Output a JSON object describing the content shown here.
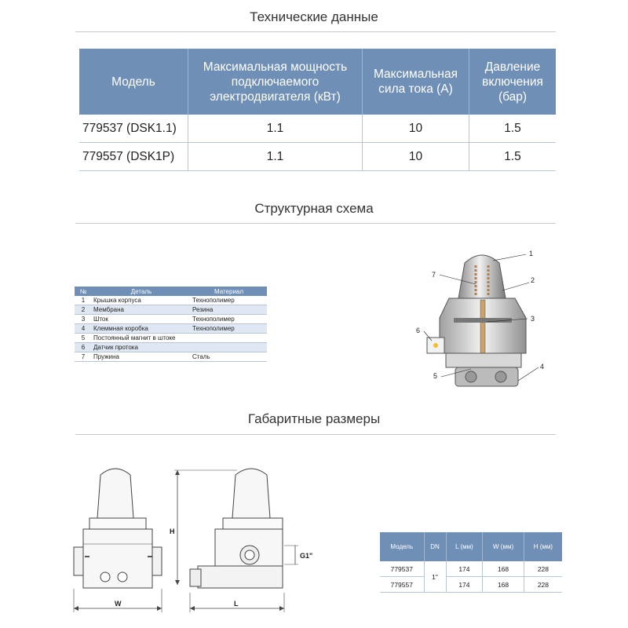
{
  "sections": {
    "tech_title": "Технические данные",
    "scheme_title": "Структурная схема",
    "dims_title": "Габаритные размеры"
  },
  "tech_table": {
    "headers": [
      "Модель",
      "Максимальная мощность подключаемого электродвигателя (кВт)",
      "Максимальная сила тока (А)",
      "Давление включения (бар)"
    ],
    "rows": [
      [
        "779537 (DSK1.1)",
        "1.1",
        "10",
        "1.5"
      ],
      [
        "779557 (DSK1P)",
        "1.1",
        "10",
        "1.5"
      ]
    ]
  },
  "parts_table": {
    "headers": [
      "№",
      "Деталь",
      "Материал"
    ],
    "rows": [
      [
        "1",
        "Крышка корпуса",
        "Технополимер"
      ],
      [
        "2",
        "Мембрана",
        "Резина"
      ],
      [
        "3",
        "Шток",
        "Технополимер"
      ],
      [
        "4",
        "Клеммная коробка",
        "Технополимер"
      ],
      [
        "5",
        "Постоянный магнит в штоке",
        ""
      ],
      [
        "6",
        "Датчик протока",
        ""
      ],
      [
        "7",
        "Пружина",
        "Сталь"
      ]
    ]
  },
  "scheme_callouts": [
    "1",
    "2",
    "3",
    "4",
    "5",
    "6",
    "7"
  ],
  "dimension_labels": {
    "height": "H",
    "width": "W",
    "length": "L",
    "thread": "G1\""
  },
  "dim_table": {
    "headers": [
      "Модель",
      "DN",
      "L (мм)",
      "W (мм)",
      "H (мм)"
    ],
    "rows": [
      [
        "779537",
        "174",
        "168",
        "228"
      ],
      [
        "779557",
        "174",
        "168",
        "228"
      ]
    ],
    "dn": "1\""
  },
  "colors": {
    "header_bg": "#6f8fb7",
    "alt_row": "#dfe7f2",
    "rule": "#c9c9c9"
  }
}
